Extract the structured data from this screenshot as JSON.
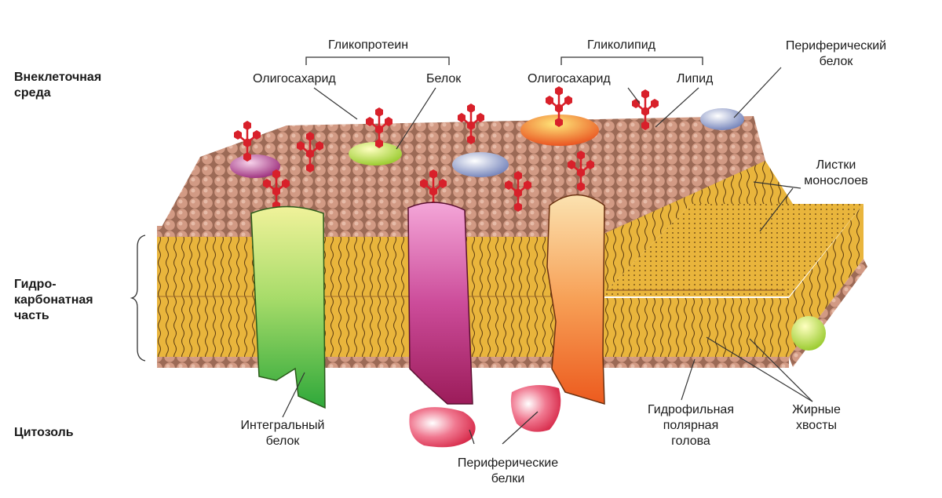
{
  "side_labels": {
    "extracellular": "Внеклеточная\nсреда",
    "hydrocarbon": "Гидро-\nкарбонатная\nчасть",
    "cytosol": "Цитозоль"
  },
  "labels": {
    "glycoprotein": "Гликопротеин",
    "glycolipid": "Гликолипид",
    "oligosaccharide_1": "Олигосахарид",
    "protein": "Белок",
    "oligosaccharide_2": "Олигосахарид",
    "lipid": "Липид",
    "peripheral_protein": "Периферический\nбелок",
    "monolayer_leaflets": "Листки\nмонослоев",
    "integral_protein": "Интегральный\nбелок",
    "peripheral_proteins": "Периферические\nбелки",
    "hydrophilic_head": "Гидрофильная\nполярная\nголова",
    "fatty_tails": "Жирные\nхвосты"
  },
  "colors": {
    "head": "#c98e78",
    "tail_band": "#e8b43a",
    "sugar": "#d8202a",
    "integral_green": "#4cb84a",
    "integral_magenta": "#b0307a",
    "integral_orange": "#f07a2a",
    "peripheral_red": "#e0405a"
  }
}
